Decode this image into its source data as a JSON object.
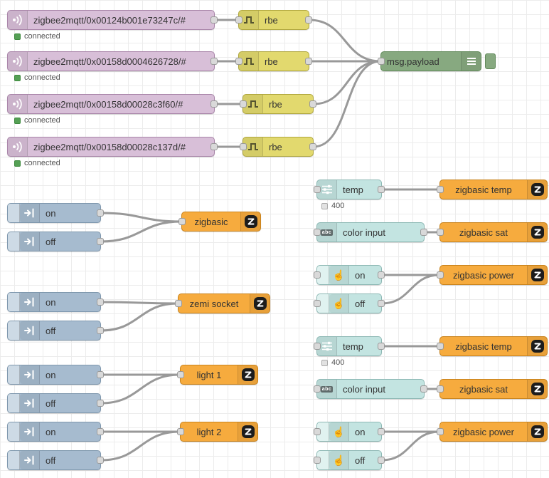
{
  "colors": {
    "mqtt_node": "#d8bfd8",
    "filter_node": "#e2d96e",
    "debug_node": "#87a980",
    "inject_node": "#a6bbcf",
    "dashboard_node": "#c3e4e1",
    "zigbee_out_node": "#f6ab3e",
    "status_connected": "#55a055",
    "wire": "#999999"
  },
  "icons": {
    "hand_glyph": "☝",
    "abc_label": "abc"
  },
  "mqtt": [
    {
      "label": "zigbee2mqtt/0x00124b001e73247c/#",
      "status": "connected"
    },
    {
      "label": "zigbee2mqtt/0x00158d0004626728/#",
      "status": "connected"
    },
    {
      "label": "zigbee2mqtt/0x00158d00028c3f60/#",
      "status": "connected"
    },
    {
      "label": "zigbee2mqtt/0x00158d00028c137d/#",
      "status": "connected"
    }
  ],
  "rbe_nodes": [
    "rbe",
    "rbe",
    "rbe",
    "rbe"
  ],
  "debug": {
    "label": "msg.payload"
  },
  "inject_groups": [
    {
      "on": "on",
      "off": "off",
      "target": "zigbasic"
    },
    {
      "on": "on",
      "off": "off",
      "target": "zemi socket"
    },
    {
      "on": "on",
      "off": "off",
      "target": "light 1"
    },
    {
      "on": "on",
      "off": "off",
      "target": "light 2"
    }
  ],
  "ui_columns": [
    {
      "slider_label": "temp",
      "slider_status": "400",
      "slider_target": "zigbasic temp",
      "text_label": "color input",
      "text_target": "zigbasic sat",
      "on_label": "on",
      "off_label": "off",
      "power_target": "zigbasic power"
    },
    {
      "slider_label": "temp",
      "slider_status": "400",
      "slider_target": "zigbasic temp",
      "text_label": "color input",
      "text_target": "zigbasic sat",
      "on_label": "on",
      "off_label": "off",
      "power_target": "zigbasic power"
    }
  ]
}
